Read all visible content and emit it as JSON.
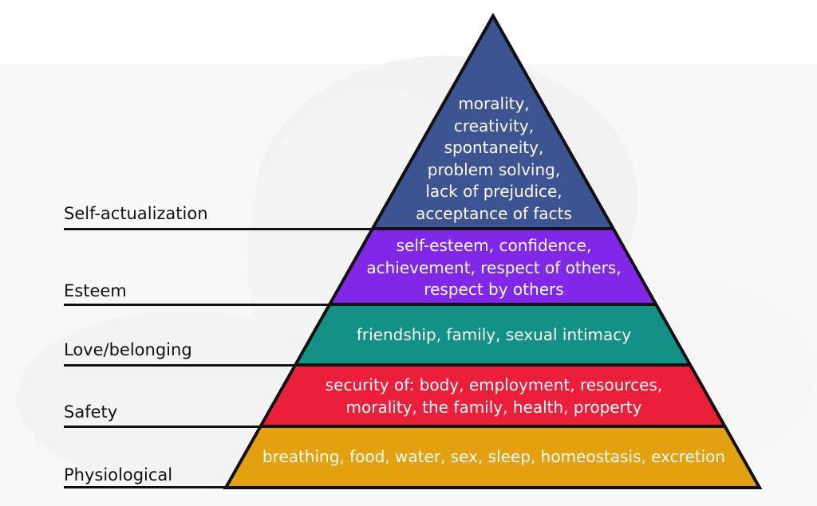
{
  "colors": {
    "self_actualization": "#3d5493",
    "esteem": "#8128e8",
    "love_belonging": "#139187",
    "safety": "#ec1f3a",
    "physiological": "#e3a10f",
    "outline": "#111111"
  },
  "levels": {
    "self_actualization": {
      "label": "Self-actualization",
      "needs": "morality,\ncreativity,\nspontaneity,\nproblem solving,\nlack of prejudice,\nacceptance of facts"
    },
    "esteem": {
      "label": "Esteem",
      "needs": "self-esteem, confidence,\nachievement, respect of others,\nrespect by others"
    },
    "love_belonging": {
      "label": "Love/belonging",
      "needs": "friendship, family, sexual intimacy"
    },
    "safety": {
      "label": "Safety",
      "needs": "security of: body, employment, resources,\nmorality, the family, health, property"
    },
    "physiological": {
      "label": "Physiological",
      "needs": "breathing, food, water, sex, sleep, homeostasis, excretion"
    }
  }
}
